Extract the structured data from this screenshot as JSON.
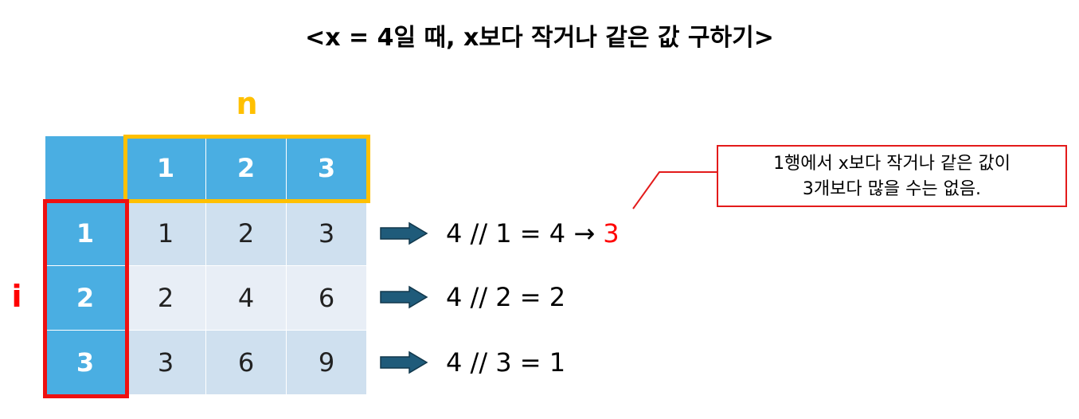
{
  "title": "<x = 4일 때, x보다 작거나 같은 값 구하기>",
  "label_n": "n",
  "label_i": "i",
  "col_headers": [
    "1",
    "2",
    "3"
  ],
  "row_headers": [
    "1",
    "2",
    "3"
  ],
  "cells": [
    [
      "1",
      "2",
      "3"
    ],
    [
      "2",
      "4",
      "6"
    ],
    [
      "3",
      "6",
      "9"
    ]
  ],
  "equations": [
    {
      "text": "4 // 1 = 4 → ",
      "result": "3"
    },
    {
      "text": "4 // 2 = 2",
      "result": ""
    },
    {
      "text": "4 // 3 = 1",
      "result": ""
    }
  ],
  "callout": {
    "line1": "1행에서 x보다 작거나 같은 값이",
    "line2": "3개보다 많을 수는 없음."
  },
  "colors": {
    "header": "#4AAEE2",
    "cell_dark": "#CFE0EF",
    "cell_light": "#E8EEF6",
    "highlight_n": "#FFC000",
    "highlight_i": "#EE1111",
    "arrow": "#1F5B7A",
    "result": "#FF0000"
  }
}
